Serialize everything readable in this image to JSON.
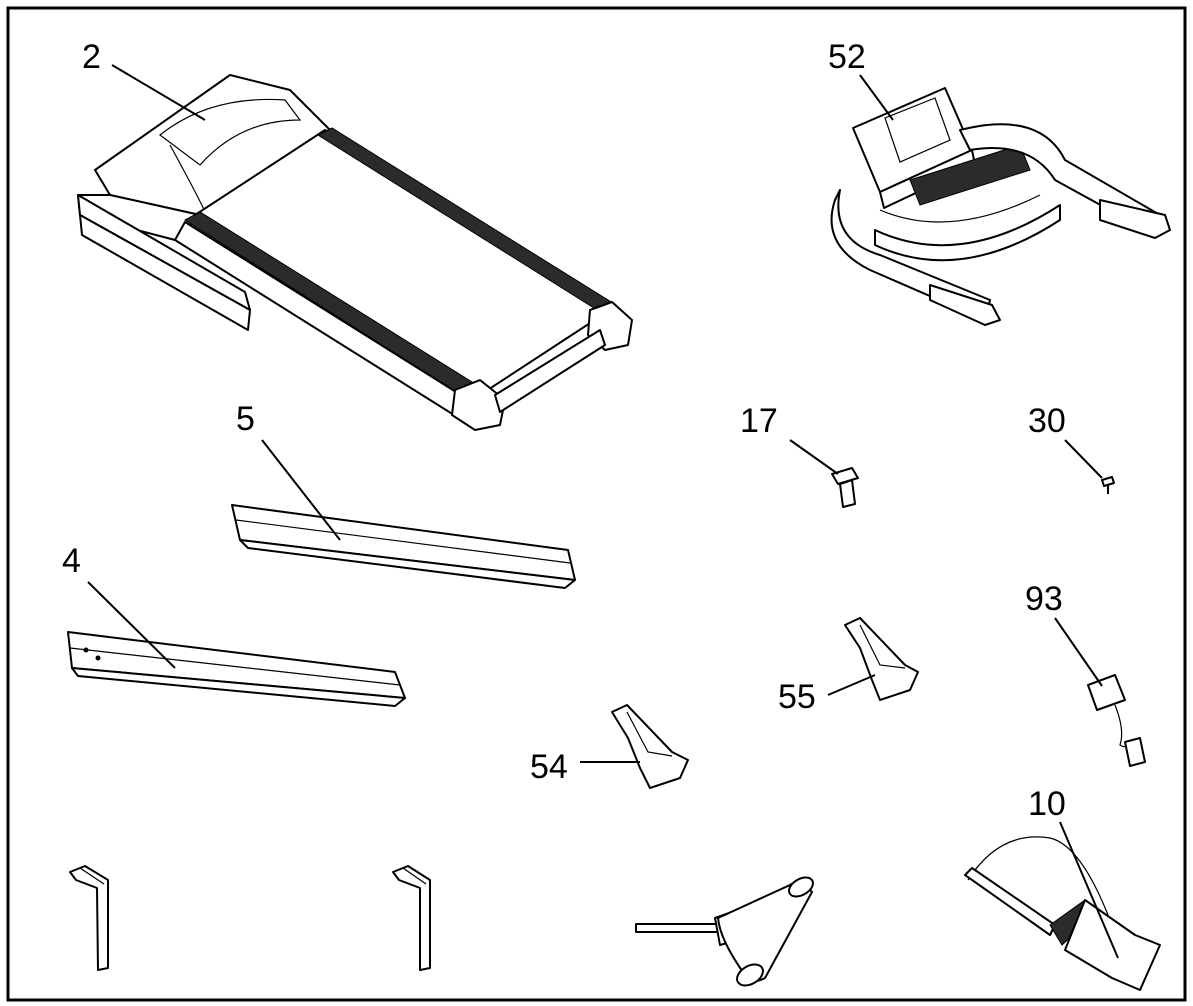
{
  "diagram": {
    "labels": {
      "p2": "2",
      "p52": "52",
      "p5": "5",
      "p17": "17",
      "p30": "30",
      "p4": "4",
      "p93": "93",
      "p55": "55",
      "p54": "54",
      "p10": "10"
    }
  }
}
